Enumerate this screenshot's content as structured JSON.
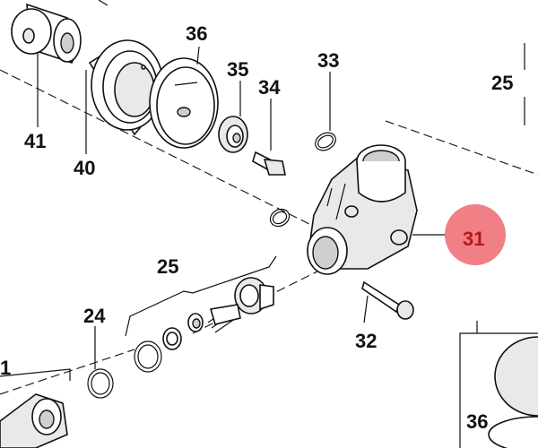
{
  "callouts": {
    "c41": "41",
    "c40": "40",
    "c36a": "36",
    "c35": "35",
    "c34": "34",
    "c33": "33",
    "c25a": "25",
    "c31": "31",
    "c25b": "25",
    "c24": "24",
    "c32": "32",
    "c36b": "36",
    "c1": "1"
  },
  "colors": {
    "highlight": "#f07f86",
    "ink": "#111111"
  }
}
